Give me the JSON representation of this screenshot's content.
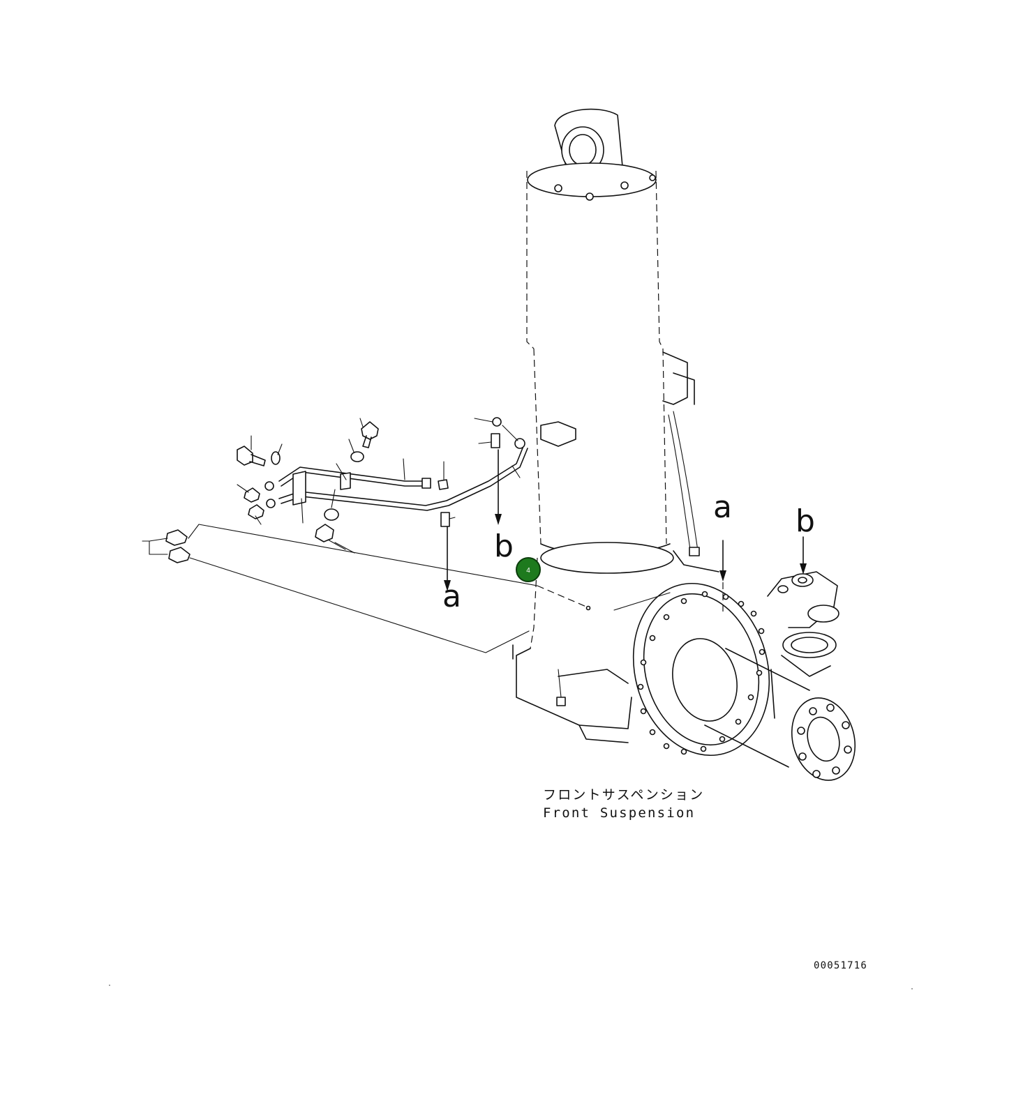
{
  "callout": {
    "number": "4",
    "fill": "#1e7a1e",
    "stroke": "#0c3d0c"
  },
  "reference_letters": {
    "a_left": "a",
    "b_left": "b",
    "a_right": "a",
    "b_right": "b"
  },
  "caption": {
    "japanese": "フロントサスペンション",
    "english": "Front Suspension"
  },
  "drawing_code": "00051716"
}
